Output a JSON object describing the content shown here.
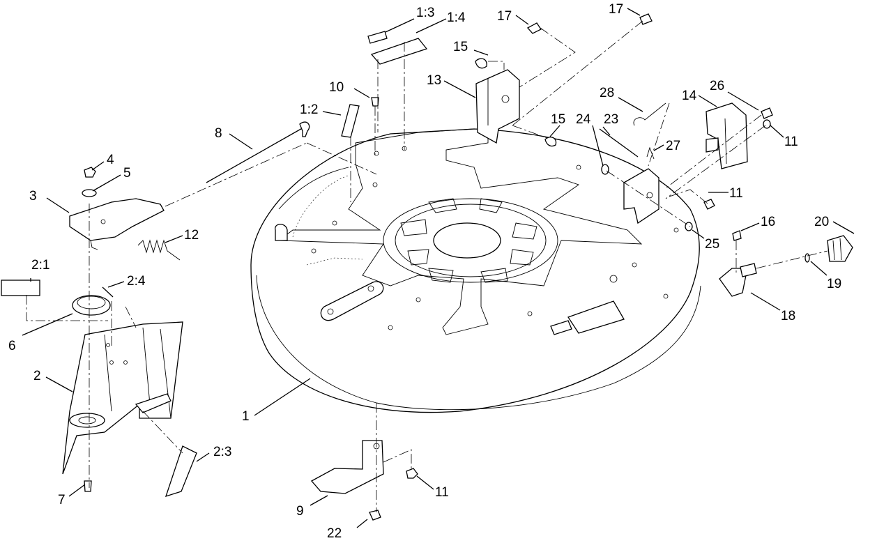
{
  "callouts": {
    "c1": "1",
    "c1_2": "1:2",
    "c1_3": "1:3",
    "c1_4": "1:4",
    "c2": "2",
    "c2_1": "2:1",
    "c2_3": "2:3",
    "c2_4": "2:4",
    "c3": "3",
    "c4": "4",
    "c5": "5",
    "c6": "6",
    "c7": "7",
    "c8": "8",
    "c9": "9",
    "c10": "10",
    "c11a": "11",
    "c11b": "11",
    "c11c": "11",
    "c12": "12",
    "c13": "13",
    "c14": "14",
    "c15a": "15",
    "c15b": "15",
    "c16": "16",
    "c17a": "17",
    "c17b": "17",
    "c18": "18",
    "c19": "19",
    "c20": "20",
    "c22": "22",
    "c23": "23",
    "c24": "24",
    "c25": "25",
    "c26": "26",
    "c27": "27",
    "c28": "28"
  }
}
